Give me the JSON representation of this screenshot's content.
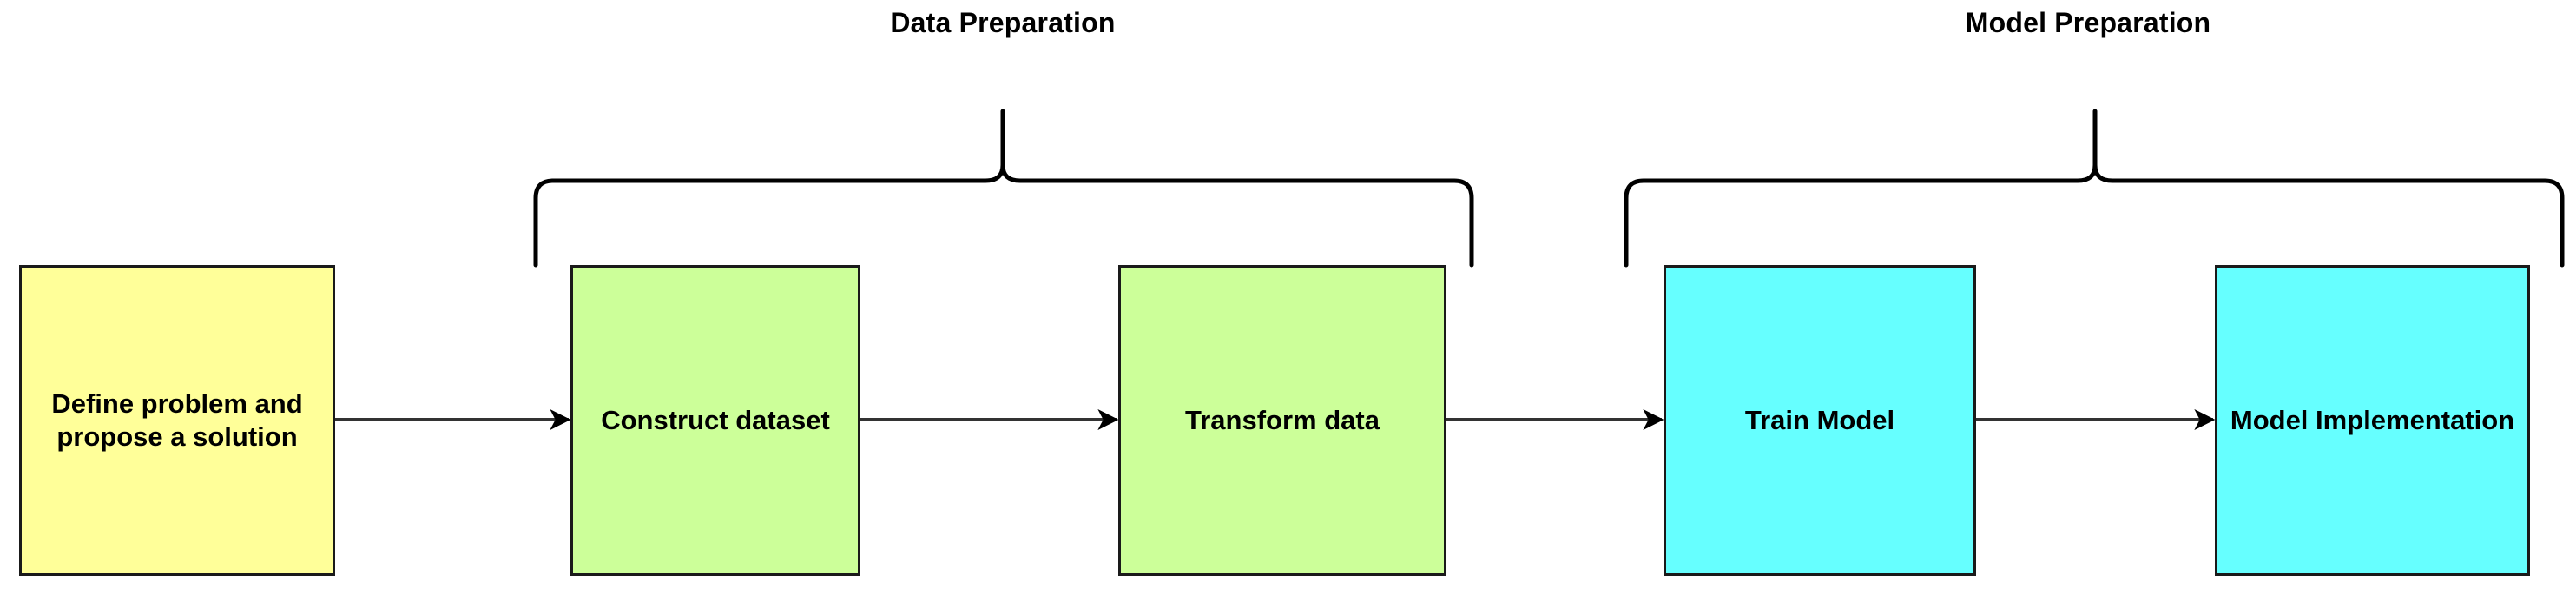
{
  "diagram": {
    "title_groups": [
      {
        "id": "data-preparation",
        "label": "Data Preparation"
      },
      {
        "id": "model-preparation",
        "label": "Model Preparation"
      }
    ],
    "nodes": [
      {
        "id": "define-problem",
        "label": "Define problem and propose a solution",
        "color": "#ffff99"
      },
      {
        "id": "construct-dataset",
        "label": "Construct dataset",
        "color": "#ccff99"
      },
      {
        "id": "transform-data",
        "label": "Transform data",
        "color": "#ccff99"
      },
      {
        "id": "train-model",
        "label": "Train Model",
        "color": "#66ffff"
      },
      {
        "id": "model-implementation",
        "label": "Model Implementation",
        "color": "#66ffff"
      }
    ],
    "colors": {
      "yellow": "#ffff99",
      "green": "#ccff99",
      "cyan": "#66ffff",
      "stroke": "#1a1a1a",
      "background": "#ffffff"
    },
    "flow": [
      {
        "from": "define-problem",
        "to": "construct-dataset"
      },
      {
        "from": "construct-dataset",
        "to": "transform-data"
      },
      {
        "from": "transform-data",
        "to": "train-model"
      },
      {
        "from": "train-model",
        "to": "model-implementation"
      }
    ]
  }
}
